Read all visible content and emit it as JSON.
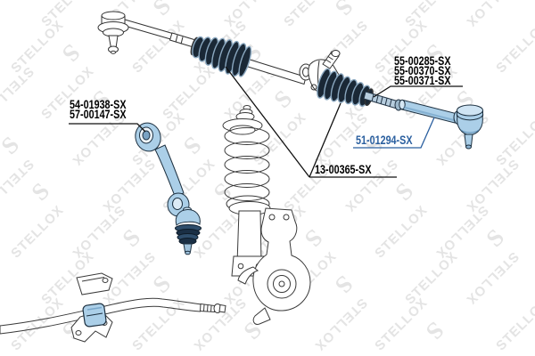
{
  "watermark": {
    "text": "STELLOX",
    "logo_letter": "S",
    "color": "#e4e4e4"
  },
  "colors": {
    "background": "#ffffff",
    "outline": "#333333",
    "label_text": "#000000",
    "link_blue": "#2a5f9f",
    "highlight_fill": "#abcfe8",
    "highlight_shade": "#6d9ec4",
    "boot_dark": "#1a2836",
    "boot_rib": "#8aa7bf"
  },
  "labels": {
    "tie_rod_kit_group": {
      "lines": [
        "55-00285-SX",
        "55-00370-SX",
        "55-00371-SX"
      ]
    },
    "control_arm_group": {
      "lines": [
        "54-01938-SX",
        "57-00147-SX"
      ]
    },
    "bellow_kit": {
      "text": "13-00365-SX"
    },
    "selected_tie_rod_end": {
      "text": "51-01294-SX"
    }
  }
}
